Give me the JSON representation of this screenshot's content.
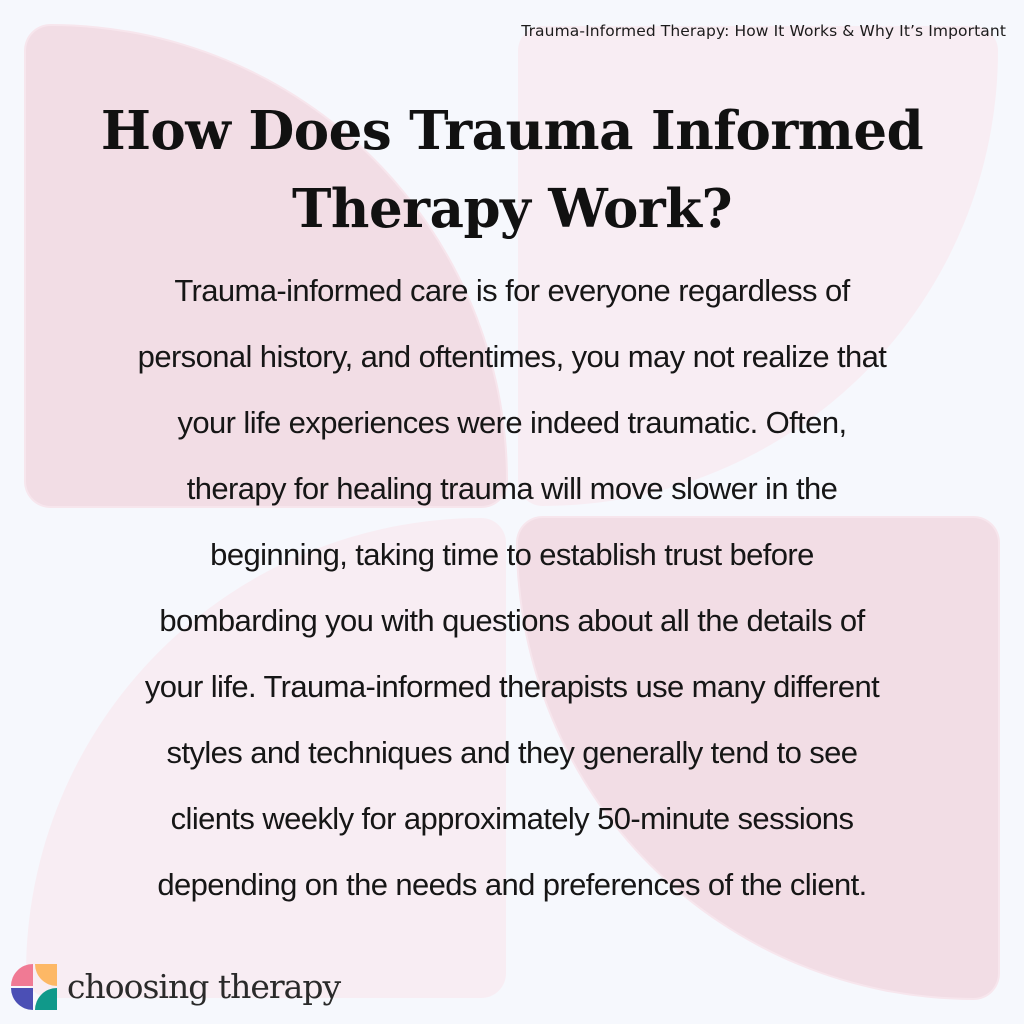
{
  "article_title": "Trauma-Informed Therapy: How It Works & Why It’s Important",
  "headline": {
    "lines": [
      "How Does Trauma Informed",
      "Therapy Work?"
    ]
  },
  "body": {
    "lines": [
      "Trauma-informed care is for everyone regardless of",
      "personal history, and oftentimes, you may not realize that",
      "your life experiences were indeed traumatic. Often,",
      "therapy for healing trauma will move slower in the",
      "beginning, taking time to establish trust before",
      "bombarding you with questions about all the details of",
      "your life. Trauma-informed therapists use many different",
      "styles and techniques and they generally tend to see",
      "clients weekly for approximately 50-minute sessions",
      "depending on the needs and preferences of the client."
    ]
  },
  "logo": {
    "text": "choosing therapy",
    "icon": "four-petal-logo-icon",
    "colors": {
      "pink": "#f07a94",
      "orange": "#fdb865",
      "blue": "#4b4fb5",
      "green": "#10998a"
    }
  },
  "colors": {
    "background": "#f6f8fd",
    "tile_dark": "#f2dde5",
    "tile_light": "#f8edf3",
    "text": "#111111"
  }
}
